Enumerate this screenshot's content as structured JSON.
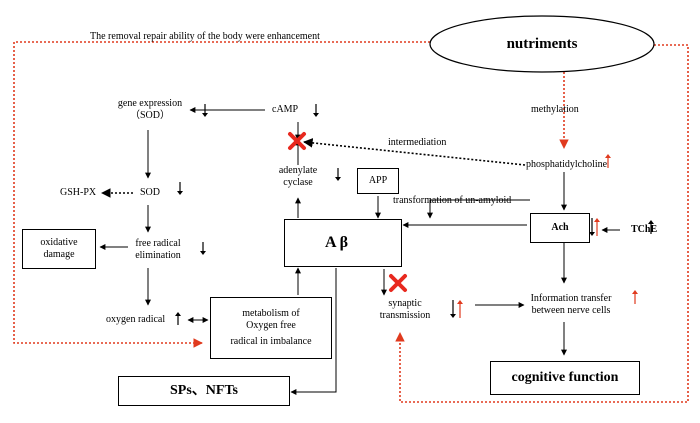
{
  "caption": "The removal repair ability of the body were enhancement",
  "nodes": {
    "nutriments": "nutriments",
    "methylation": "methylation",
    "phosphatidylcholine": "phosphatidylcholine",
    "intermediation": "intermediation",
    "camp": "cAMP",
    "gene_expression_1": "gene expression",
    "gene_expression_2": "（SOD）",
    "gsh_px": "GSH-PX",
    "sod": "SOD",
    "oxidative_damage_1": "oxidative",
    "oxidative_damage_2": "damage",
    "free_radical_1": "free radical",
    "free_radical_2": "elimination",
    "oxygen_radical": "oxygen radical",
    "metabolism_1": "metabolism of",
    "metabolism_2": "Oxygen free",
    "metabolism_3": "radical in imbalance",
    "adenylate_1": "adenylate",
    "adenylate_2": "cyclase",
    "app": "APP",
    "transformation": "transformation of un-amyloid",
    "abeta": "A β",
    "ach": "Ach",
    "tche": "TChE",
    "synaptic_1": "synaptic",
    "synaptic_2": "transmission",
    "info_1": "Information transfer",
    "info_2": "between nerve cells",
    "sps": "SPs、NFTs",
    "cognitive": "cognitive function"
  },
  "colors": {
    "line": "#000000",
    "highlight": "#e03a1e",
    "block_mark": "#e8281e"
  },
  "icons": [
    "up-arrow-icon",
    "down-arrow-icon",
    "block-x-icon"
  ]
}
